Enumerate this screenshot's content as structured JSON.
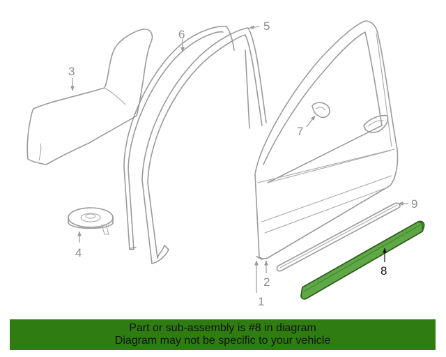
{
  "diagram": {
    "callouts": [
      "1",
      "2",
      "3",
      "4",
      "5",
      "6",
      "7",
      "8",
      "9"
    ],
    "highlight_color": "#5ea846",
    "highlight_stroke": "#2f5e1f"
  },
  "banner": {
    "line1": "Part or sub-assembly is #8 in diagram",
    "line2": "Diagram may not be specific to your vehicle",
    "background": "#2f7d11"
  }
}
